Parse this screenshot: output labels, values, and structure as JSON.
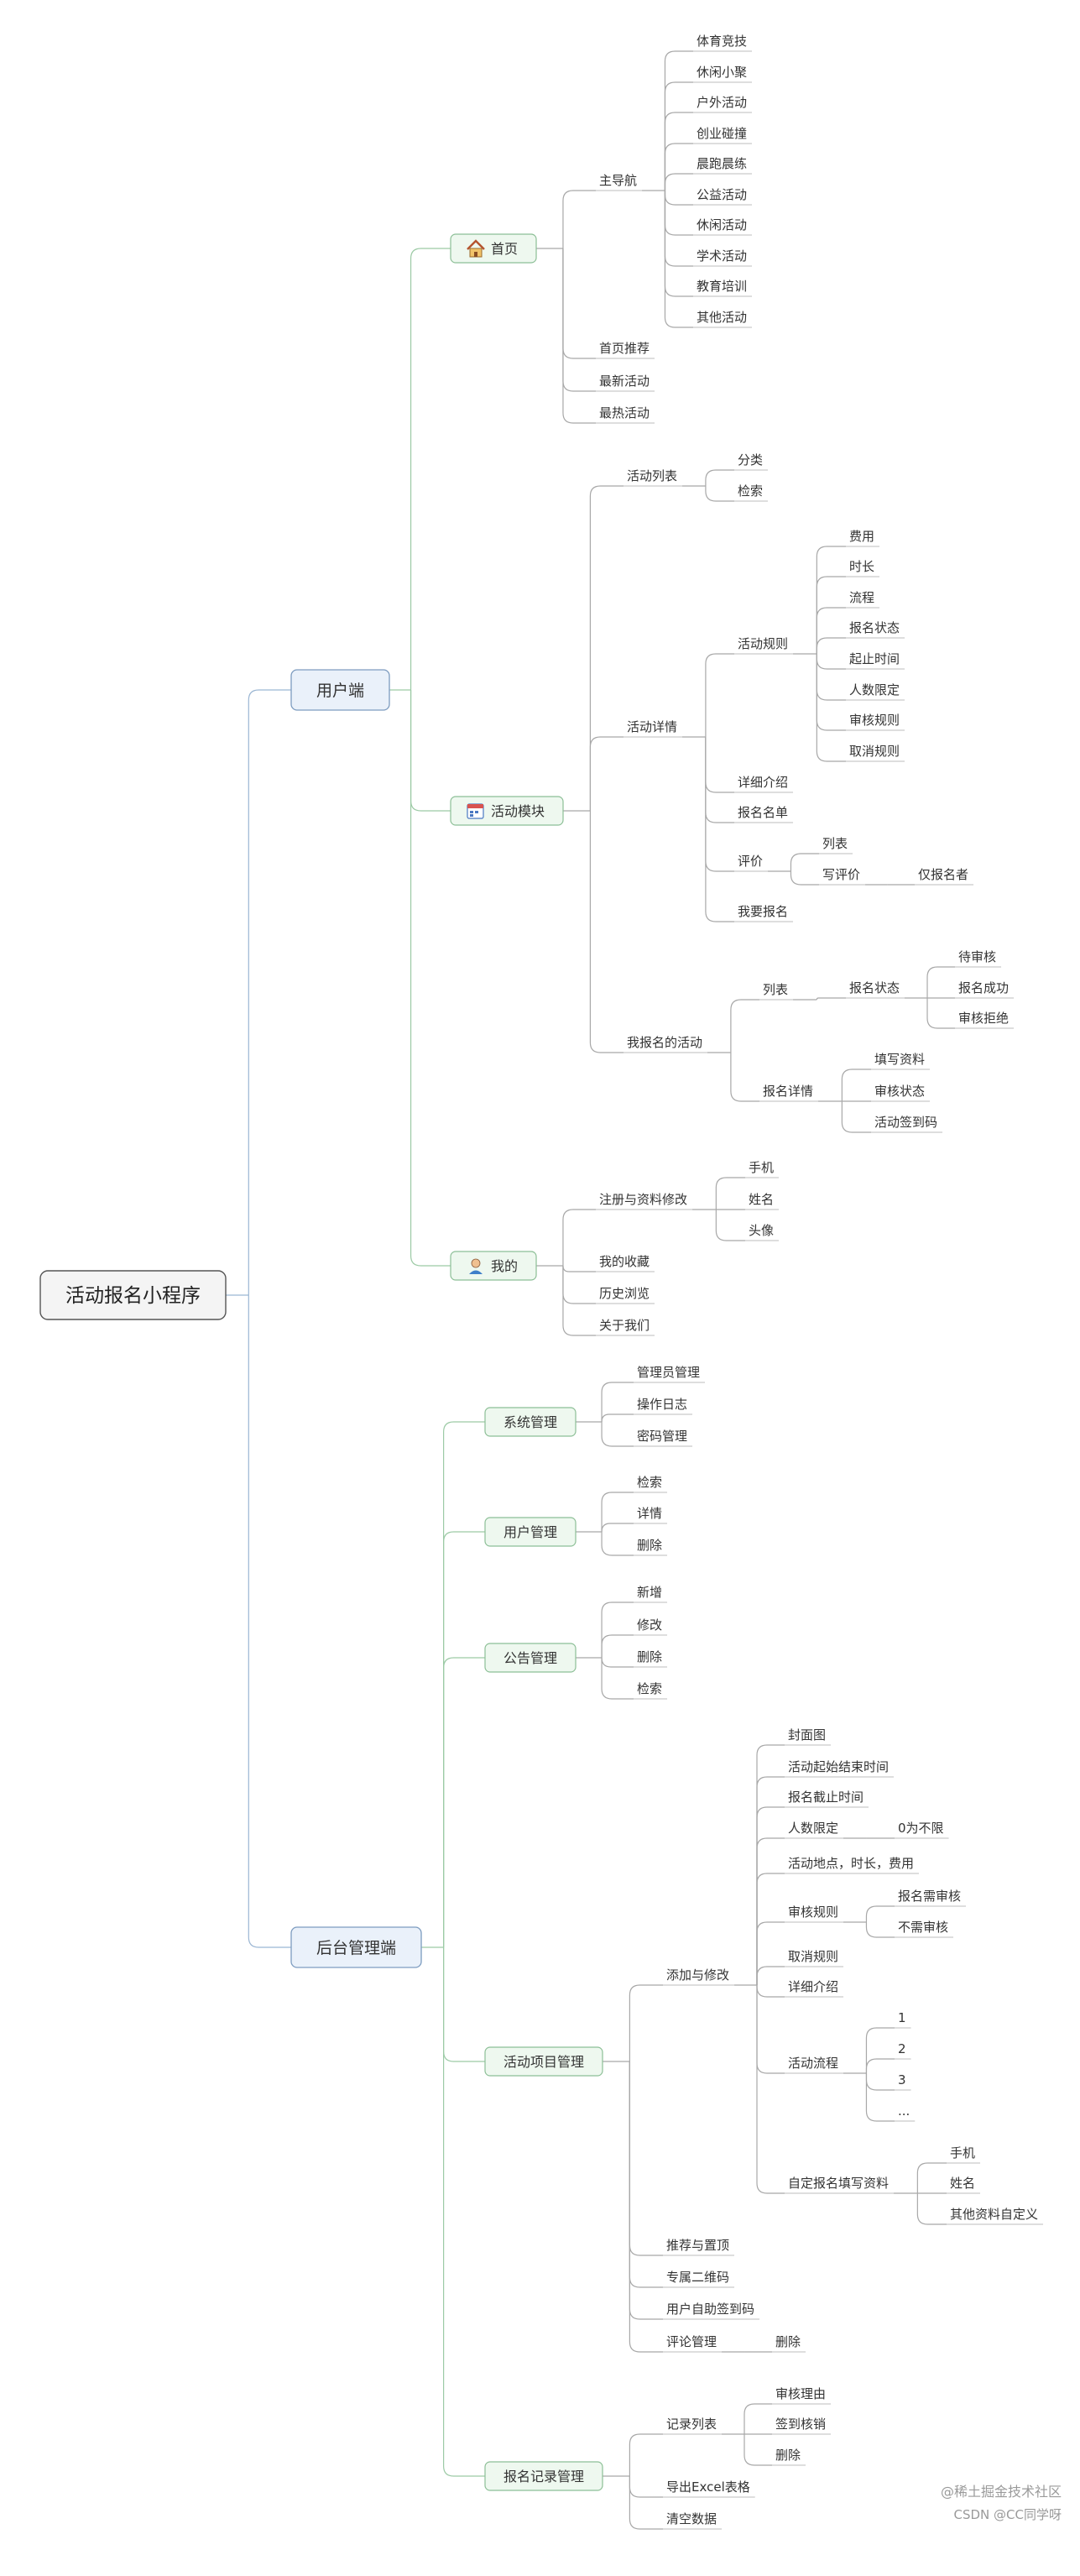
{
  "root": {
    "label": "活动报名小程序",
    "children": [
      {
        "label": "用户端",
        "children": [
          {
            "label": "首页",
            "icon": "house-icon",
            "children": [
              {
                "label": "主导航",
                "children": [
                  {
                    "label": "体育竞技"
                  },
                  {
                    "label": "休闲小聚"
                  },
                  {
                    "label": "户外活动"
                  },
                  {
                    "label": "创业碰撞"
                  },
                  {
                    "label": "晨跑晨练"
                  },
                  {
                    "label": "公益活动"
                  },
                  {
                    "label": "休闲活动"
                  },
                  {
                    "label": "学术活动"
                  },
                  {
                    "label": "教育培训"
                  },
                  {
                    "label": "其他活动"
                  }
                ]
              },
              {
                "label": "首页推荐"
              },
              {
                "label": "最新活动"
              },
              {
                "label": "最热活动"
              }
            ]
          },
          {
            "label": "活动模块",
            "icon": "calendar-icon",
            "children": [
              {
                "label": "活动列表",
                "children": [
                  {
                    "label": "分类"
                  },
                  {
                    "label": "检索"
                  }
                ]
              },
              {
                "label": "活动详情",
                "children": [
                  {
                    "label": "活动规则",
                    "children": [
                      {
                        "label": "费用"
                      },
                      {
                        "label": "时长"
                      },
                      {
                        "label": "流程"
                      },
                      {
                        "label": "报名状态"
                      },
                      {
                        "label": "起止时间"
                      },
                      {
                        "label": "人数限定"
                      },
                      {
                        "label": "审核规则"
                      },
                      {
                        "label": "取消规则"
                      }
                    ]
                  },
                  {
                    "label": "详细介绍"
                  },
                  {
                    "label": "报名名单"
                  },
                  {
                    "label": "评价",
                    "children": [
                      {
                        "label": "列表"
                      },
                      {
                        "label": "写评价",
                        "children": [
                          {
                            "label": "仅报名者"
                          }
                        ]
                      }
                    ]
                  },
                  {
                    "label": "我要报名"
                  }
                ]
              },
              {
                "label": "我报名的活动",
                "children": [
                  {
                    "label": "列表",
                    "children": [
                      {
                        "label": "报名状态",
                        "children": [
                          {
                            "label": "待审核"
                          },
                          {
                            "label": "报名成功"
                          },
                          {
                            "label": "审核拒绝"
                          }
                        ]
                      }
                    ]
                  },
                  {
                    "label": "报名详情",
                    "children": [
                      {
                        "label": "填写资料"
                      },
                      {
                        "label": "审核状态"
                      },
                      {
                        "label": "活动签到码"
                      }
                    ]
                  }
                ]
              }
            ]
          },
          {
            "label": "我的",
            "icon": "user-icon",
            "children": [
              {
                "label": "注册与资料修改",
                "children": [
                  {
                    "label": "手机"
                  },
                  {
                    "label": "姓名"
                  },
                  {
                    "label": "头像"
                  }
                ]
              },
              {
                "label": "我的收藏"
              },
              {
                "label": "历史浏览"
              },
              {
                "label": "关于我们"
              }
            ]
          }
        ]
      },
      {
        "label": "后台管理端",
        "children": [
          {
            "label": "系统管理",
            "children": [
              {
                "label": "管理员管理"
              },
              {
                "label": "操作日志"
              },
              {
                "label": "密码管理"
              }
            ]
          },
          {
            "label": "用户管理",
            "children": [
              {
                "label": "检索"
              },
              {
                "label": "详情"
              },
              {
                "label": "删除"
              }
            ]
          },
          {
            "label": "公告管理",
            "children": [
              {
                "label": "新增"
              },
              {
                "label": "修改"
              },
              {
                "label": "删除"
              },
              {
                "label": "检索"
              }
            ]
          },
          {
            "label": "活动项目管理",
            "children": [
              {
                "label": "添加与修改",
                "children": [
                  {
                    "label": "封面图"
                  },
                  {
                    "label": "活动起始结束时间"
                  },
                  {
                    "label": "报名截止时间"
                  },
                  {
                    "label": "人数限定",
                    "children": [
                      {
                        "label": "0为不限"
                      }
                    ]
                  },
                  {
                    "label": "活动地点，时长，费用"
                  },
                  {
                    "label": "审核规则",
                    "children": [
                      {
                        "label": "报名需审核"
                      },
                      {
                        "label": "不需审核"
                      }
                    ]
                  },
                  {
                    "label": "取消规则"
                  },
                  {
                    "label": "详细介绍"
                  },
                  {
                    "label": "活动流程",
                    "children": [
                      {
                        "label": "1"
                      },
                      {
                        "label": "2"
                      },
                      {
                        "label": "3"
                      },
                      {
                        "label": "..."
                      }
                    ]
                  },
                  {
                    "label": "自定报名填写资料",
                    "children": [
                      {
                        "label": "手机"
                      },
                      {
                        "label": "姓名"
                      },
                      {
                        "label": "其他资料自定义"
                      }
                    ]
                  }
                ]
              },
              {
                "label": "推荐与置顶"
              },
              {
                "label": "专属二维码"
              },
              {
                "label": "用户自助签到码"
              },
              {
                "label": "评论管理",
                "children": [
                  {
                    "label": "删除"
                  }
                ]
              }
            ]
          },
          {
            "label": "报名记录管理",
            "children": [
              {
                "label": "记录列表",
                "children": [
                  {
                    "label": "审核理由"
                  },
                  {
                    "label": "签到核销"
                  },
                  {
                    "label": "删除"
                  }
                ]
              },
              {
                "label": "导出Excel表格"
              },
              {
                "label": "清空数据"
              }
            ]
          }
        ]
      }
    ]
  },
  "watermark": {
    "line1": "@稀土掘金技术社区",
    "line2": "CSDN @CC同学呀"
  },
  "colors": {
    "root_fill": "#f4f4f4",
    "root_stroke": "#555555",
    "l1_fill": "#eaf1fa",
    "l1_stroke": "#7d9cc0",
    "l2_fill": "#eef8ef",
    "l2_stroke": "#8cbf96",
    "edge_main": "#9bb6d3",
    "edge_green": "#9ccaa5",
    "edge_gray": "#a8a8a8",
    "underline": "#bdbdbd",
    "watermark": "#9a9a9a"
  }
}
